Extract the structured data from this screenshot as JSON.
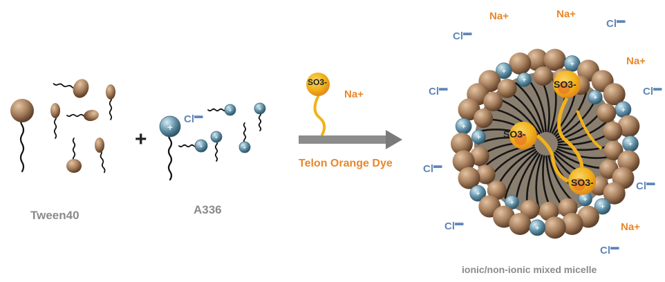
{
  "labels": {
    "tween": "Tween40",
    "a336": "A336",
    "plus": "+",
    "dye": "Telon Orange Dye",
    "micelle": "ionic/non-ionic mixed micelle"
  },
  "ions": {
    "sodium": "Na+",
    "chloride": "Cl",
    "sulfonate": "SO3-"
  },
  "colors": {
    "tween_head": "#a8805e",
    "a336_head": "#6a97ad",
    "dye": "#f2b21a",
    "arrow": "#8c8c8c",
    "label_orange": "#e8872a",
    "label_blue": "#5f86b8",
    "label_gray": "#8a8a8a"
  }
}
